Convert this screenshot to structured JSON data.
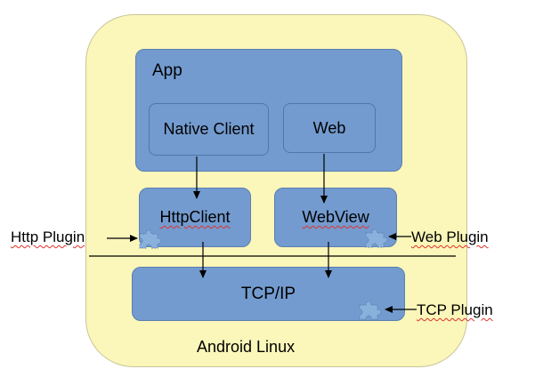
{
  "diagram": {
    "outer_label": "Android Linux",
    "app": {
      "title": "App",
      "native_client": "Native Client",
      "web": "Web"
    },
    "http_client": "HttpClient",
    "web_view": "WebView",
    "tcp_ip": "TCP/IP",
    "callouts": {
      "http_plugin": "Http Plugin",
      "web_plugin": "Web Plugin",
      "tcp_plugin": "TCP Plugin"
    },
    "icons": [
      "puzzle-piece-icon",
      "puzzle-piece-icon",
      "puzzle-piece-icon"
    ],
    "colors": {
      "outer_fill": "#fbf6b9",
      "box_fill": "#739bcf",
      "spellcheck_underline": "#e0302a"
    }
  }
}
